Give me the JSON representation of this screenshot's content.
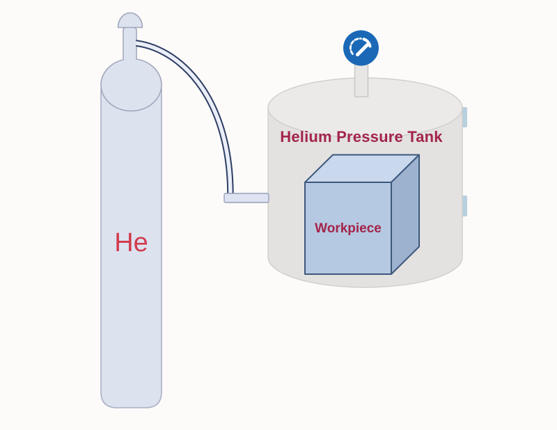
{
  "diagram": {
    "description": "Helium pressure tank test setup diagram",
    "cylinder_label": "He",
    "tank_label": "Helium Pressure Tank",
    "workpiece_label": "Workpiece"
  },
  "icons": {
    "gauge": "pressure-gauge"
  },
  "colors": {
    "background": "#fcfbfa",
    "cylinder_fill": "#dde2ef",
    "cylinder_stroke": "#a9b0c3",
    "dome_stroke": "#9fa6ba",
    "tube_outline": "#2e3e62",
    "tube_inner": "#eaeef8",
    "connector_fill": "#dde3f1",
    "connector_stroke": "#97a0b8",
    "tank_body_fill": "#e3e2e0",
    "tank_top_fill": "#ebeae8",
    "tank_stroke": "#d0cecc",
    "hinge_fill": "#b7d0de",
    "gauge_blue": "#1b69b6",
    "gauge_glyph": "#ffffff",
    "stem_fill": "#e7e6e4",
    "stem_stroke": "#c6c4c2",
    "cube_front_fill": "#b6c9e2",
    "cube_top_fill": "#c9d8ec",
    "cube_right_fill": "#9db2cf",
    "cube_stroke": "#3e577c",
    "tank_label_color": "#a3244a",
    "workpiece_label_color": "#a3244a",
    "he_label_color": "#d13c4e"
  }
}
